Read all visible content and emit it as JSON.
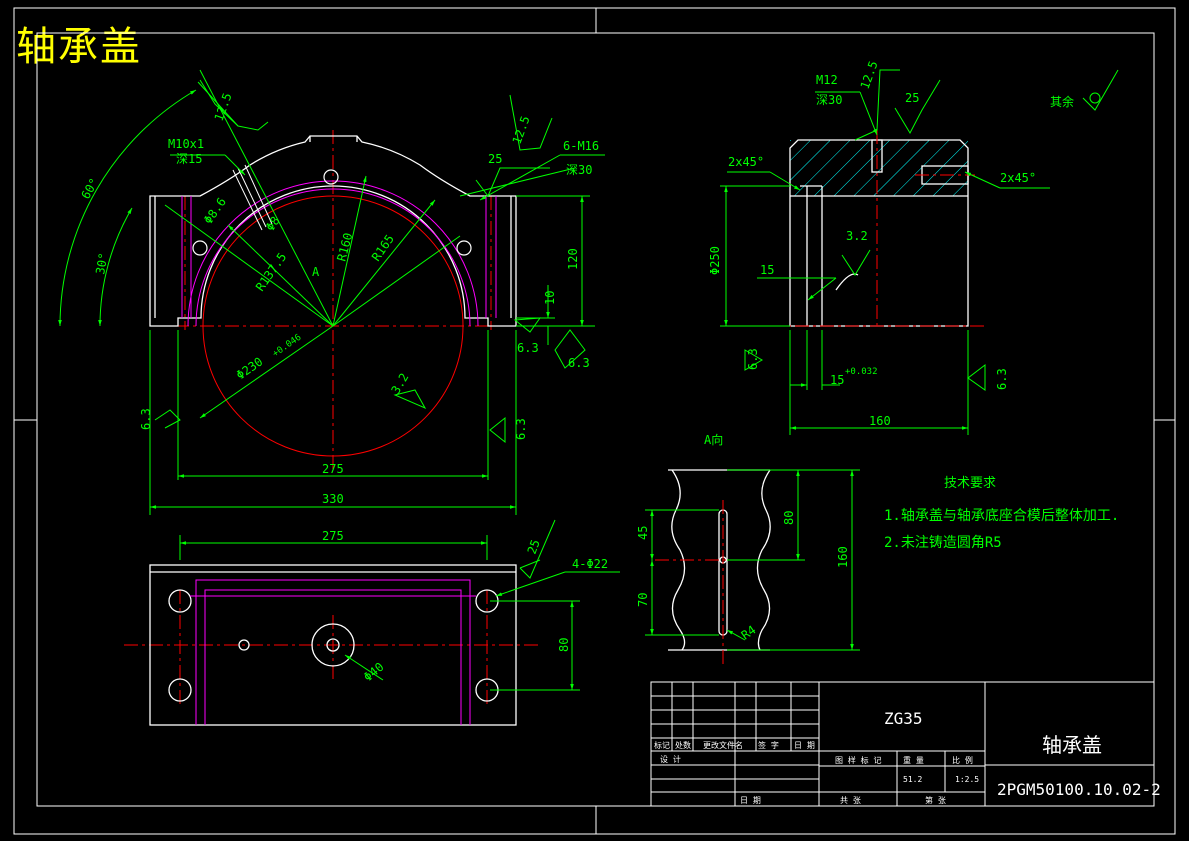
{
  "title": "轴承盖",
  "colors": {
    "background": "#000000",
    "outline": "#ffffff",
    "dimension": "#00ff00",
    "centerline": "#ff0000",
    "hidden": "#ff00ff",
    "hatch": "#00ffff",
    "title_text": "#ffff00"
  },
  "front_view": {
    "m10_label": "M10x1",
    "m10_depth": "深15",
    "roughness_12_5_left": "12.5",
    "roughness_12_5_right": "12.5",
    "roughness_25": "25",
    "m16_label": "6-M16",
    "m16_depth": "深30",
    "angle_60": "60°",
    "angle_30": "30°",
    "phi_8_6": "Φ8.6",
    "phi_8": "Φ8",
    "r137_5": "R137.5",
    "r160": "R160",
    "r165": "R165",
    "view_a": "A",
    "dim_120": "120",
    "dim_10": "10",
    "rough_6_3_a": "6.3",
    "rough_6_3_b": "6.3",
    "rough_6_3_left": "6.3",
    "rough_6_3_right": "6.3",
    "phi_230": "Φ230",
    "phi_230_tol": "+0.046",
    "rough_3_2": "3.2",
    "dim_275": "275",
    "dim_330": "330"
  },
  "side_view": {
    "m12_label": "M12",
    "m12_depth": "深30",
    "rough_12_5": "12.5",
    "rough_25": "25",
    "other_rough": "其余",
    "chamfer_left": "2x45°",
    "chamfer_right": "2x45°",
    "phi_250": "Φ250",
    "rough_3_2": "3.2",
    "dim_15": "15",
    "dim_15_tol": "+0.032",
    "dim_15_b": "15",
    "rough_6_3_left": "6.3",
    "rough_6_3_right": "6.3",
    "dim_160": "160"
  },
  "a_view": {
    "label": "A向",
    "dim_80": "80",
    "dim_45": "45",
    "dim_160": "160",
    "dim_70": "70",
    "r4": "R4"
  },
  "top_view": {
    "dim_275": "275",
    "rough_25": "25",
    "holes": "4-Φ22",
    "phi_40": "Φ40",
    "dim_80": "80"
  },
  "tech": {
    "heading": "技术要求",
    "item1": "1.轴承盖与轴承底座合模后整体加工.",
    "item2": "2.未注铸造圆角R5"
  },
  "title_block": {
    "material": "ZG35",
    "part_name": "轴承盖",
    "drawing_no": "2PGM50100.10.02-2",
    "h_mark": "标记",
    "h_count": "处数",
    "h_file": "更改文件名",
    "h_sign": "签 字",
    "h_date": "日 期",
    "h_design": "设 计",
    "h_date2": "日 期",
    "h_stage": "图 样 标 记",
    "h_weight": "重 量",
    "h_scale": "比 例",
    "weight": "51.2",
    "scale": "1:2.5",
    "h_total": "共    张",
    "h_sheet": "第    张"
  }
}
